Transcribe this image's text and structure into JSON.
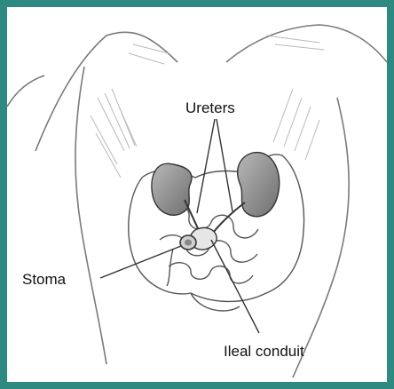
{
  "labels": {
    "ureters": "Ureters",
    "stoma": "Stoma",
    "ileal_conduit": "Ileal conduit"
  },
  "colors": {
    "border": "#2e8a80",
    "kidney": "#8c8c8c",
    "line": "#444444"
  }
}
